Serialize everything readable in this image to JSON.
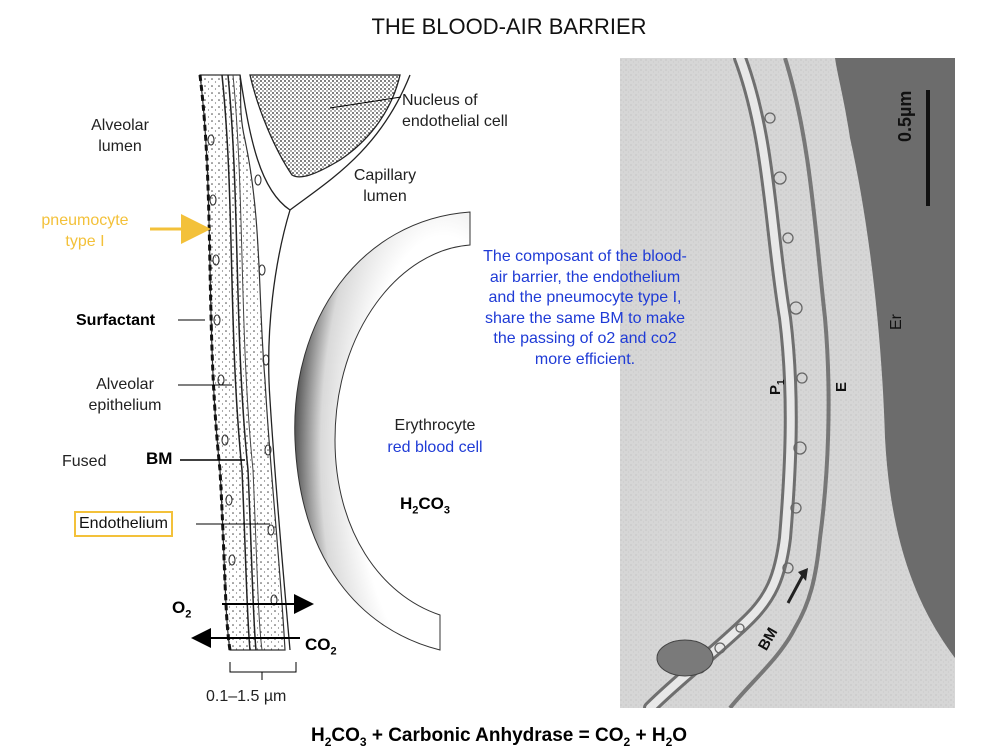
{
  "title": "THE BLOOD-AIR BARRIER",
  "labels": {
    "alveolar_lumen": [
      "Alveolar",
      "lumen"
    ],
    "pneumocyte": [
      "pneumocyte",
      "type I"
    ],
    "surfactant": "Surfactant",
    "alveolar_epithelium": [
      "Alveolar",
      "epithelium"
    ],
    "fused": "Fused",
    "bm": "BM",
    "endothelium": "Endothelium",
    "nucleus": [
      "Nucleus of",
      "endothelial cell"
    ],
    "capillary_lumen": [
      "Capillary",
      "lumen"
    ],
    "erythrocyte": "Erythrocyte",
    "red_blood_cell": "red blood cell",
    "h2co3": {
      "main": "H",
      "sub1": "2",
      "mid": "CO",
      "sub2": "3"
    },
    "o2": {
      "main": "O",
      "sub": "2"
    },
    "co2": {
      "main": "CO",
      "sub": "2"
    },
    "scale": "0.1–1.5 µm"
  },
  "note_lines": [
    "The composant of the blood-",
    "air barrier, the endothelium",
    "and the pneumocyte type I,",
    "share the same BM to make",
    "the passing of o2 and co2",
    "more efficient."
  ],
  "micrograph": {
    "scale_bar": "0.5µm",
    "er": "Er",
    "p1": "P",
    "p1_sub": "1",
    "e": "E",
    "bm": "BM"
  },
  "formula": {
    "parts": [
      "H",
      "2",
      "CO",
      "3",
      " + Carbonic Anhydrase = CO",
      "2",
      " + H",
      "2",
      "O"
    ]
  },
  "colors": {
    "highlight": "#f3c13a",
    "note": "#1f3bd6"
  }
}
